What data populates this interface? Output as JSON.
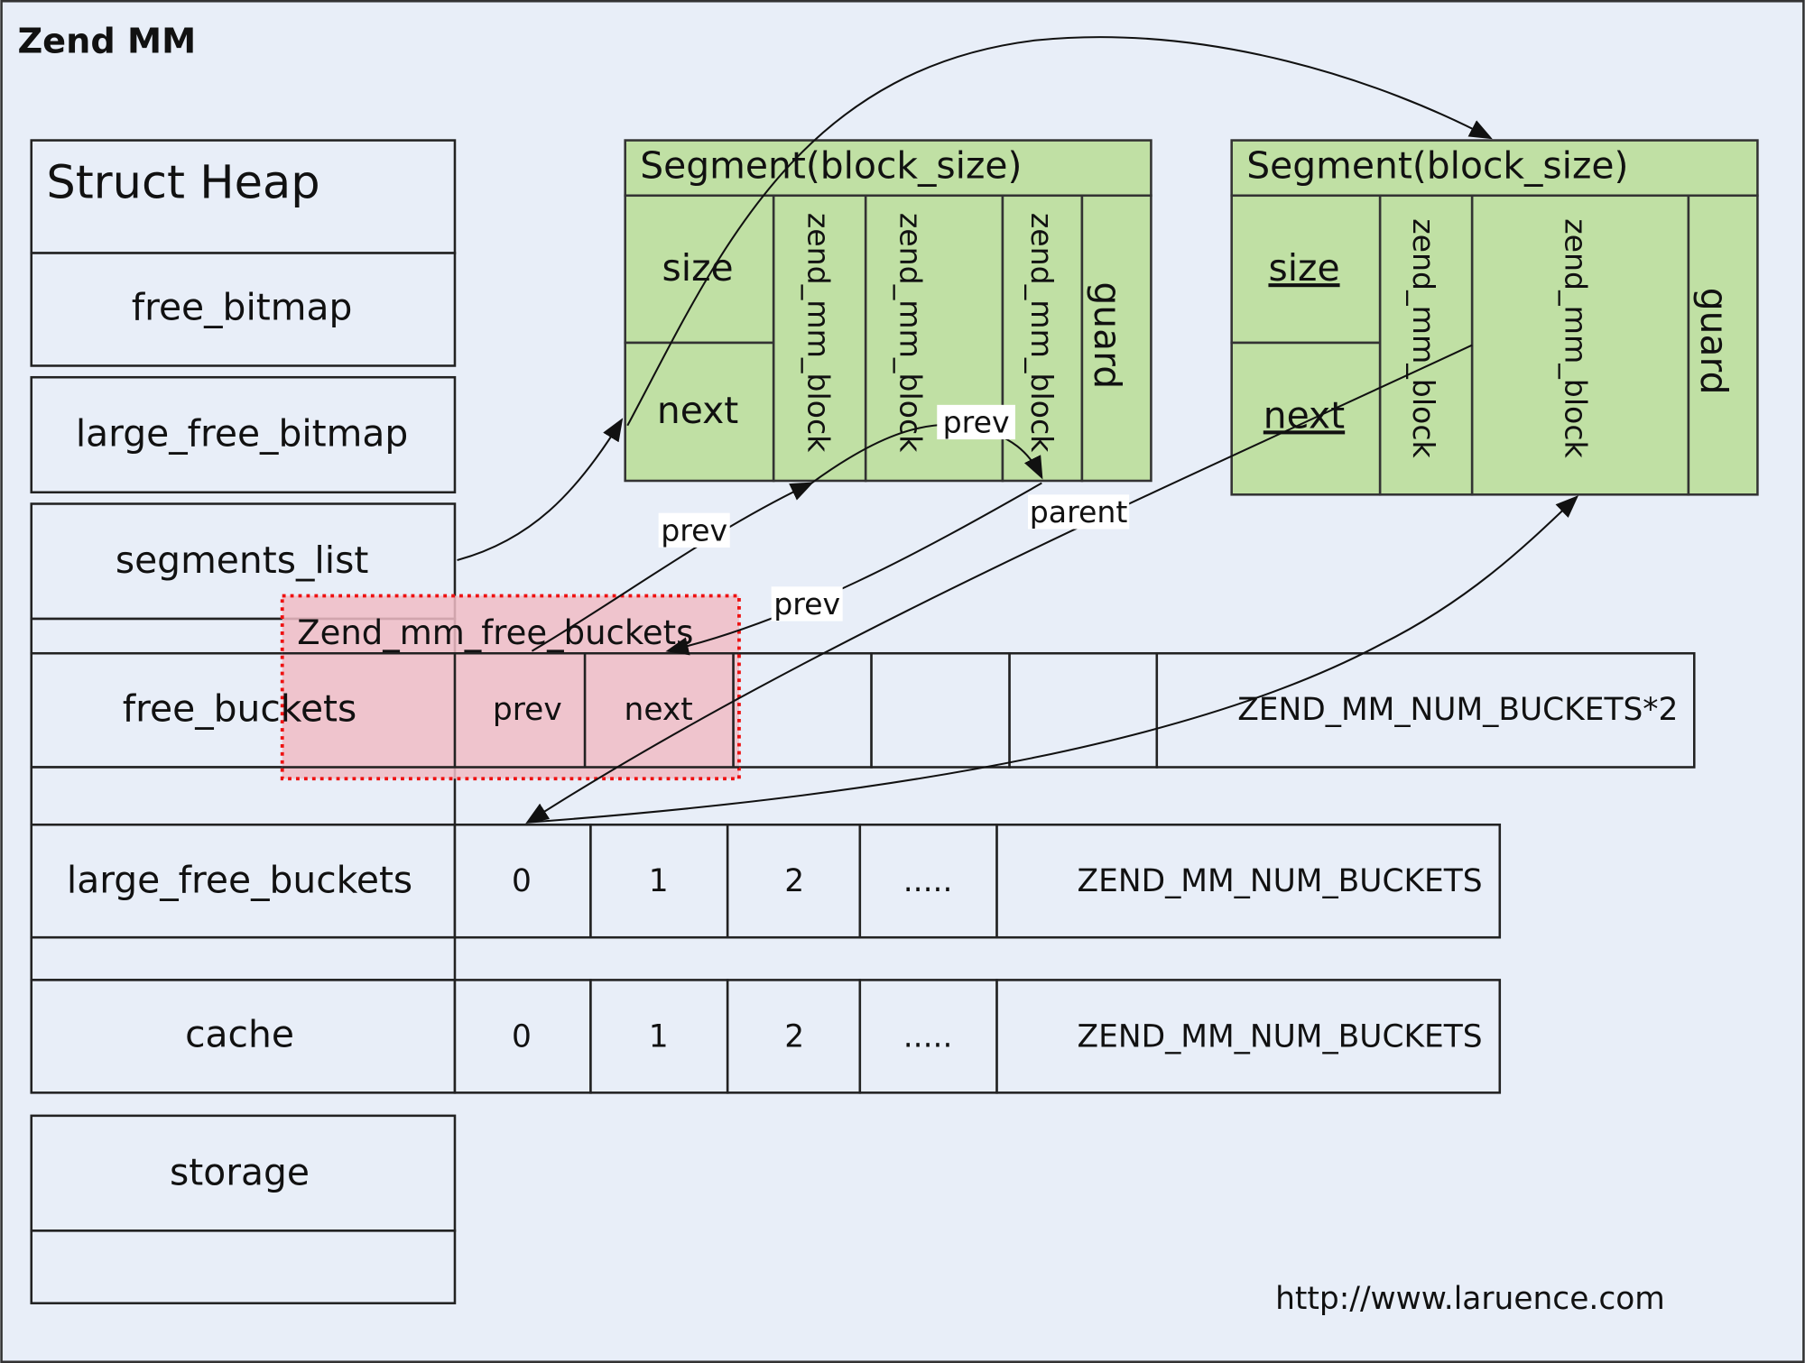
{
  "title": "Zend MM",
  "colors": {
    "background": "#e8eef8",
    "segment_fill": "#c0e0a4",
    "free_buckets_highlight": "#f0bcc6",
    "highlight_border": "#ee1111"
  },
  "struct_heap": {
    "header": "Struct Heap",
    "fields": [
      "free_bitmap",
      "large_free_bitmap",
      "segments_list",
      "free_buckets",
      "large_free_buckets",
      "cache",
      "storage"
    ]
  },
  "free_buckets": {
    "group_label": "Zend_mm_free_buckets",
    "cells": [
      "prev",
      "next"
    ],
    "size_label": "ZEND_MM_NUM_BUCKETS*2"
  },
  "large_free_buckets": {
    "cells": [
      "0",
      "1",
      "2",
      "....."
    ],
    "size_label": "ZEND_MM_NUM_BUCKETS"
  },
  "cache": {
    "cells": [
      "0",
      "1",
      "2",
      "....."
    ],
    "size_label": "ZEND_MM_NUM_BUCKETS"
  },
  "segments": [
    {
      "header": "Segment(block_size)",
      "size": "size",
      "next": "next",
      "blocks": [
        "zend_mm_block",
        "zend_mm_block",
        "zend_mm_block"
      ],
      "guard": "guard"
    },
    {
      "header": "Segment(block_size)",
      "size": "size",
      "next": "next",
      "blocks": [
        "zend_mm_block",
        "zend_mm_block"
      ],
      "guard": "guard"
    }
  ],
  "edge_labels": {
    "prev_1": "prev",
    "prev_2": "prev",
    "prev_3": "prev",
    "parent": "parent"
  },
  "watermark": "http://www.laruence.com"
}
